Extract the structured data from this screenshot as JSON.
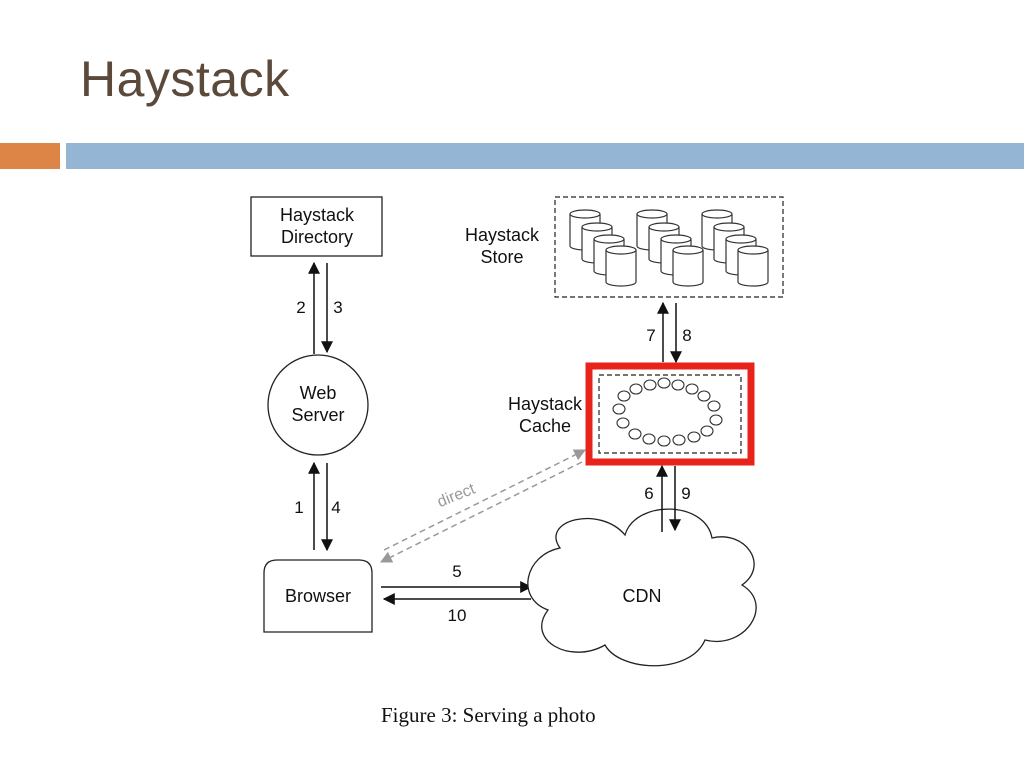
{
  "slide": {
    "title": "Haystack",
    "accent_colors": {
      "orange": "#dd8447",
      "blue": "#94b5d3",
      "highlight": "#e8231b"
    }
  },
  "diagram": {
    "nodes": {
      "directory_line1": "Haystack",
      "directory_line2": "Directory",
      "web_server_line1": "Web",
      "web_server_line2": "Server",
      "browser": "Browser",
      "cdn": "CDN",
      "store_line1": "Haystack",
      "store_line2": "Store",
      "cache_line1": "Haystack",
      "cache_line2": "Cache"
    },
    "edge_labels": {
      "e1": "1",
      "e2": "2",
      "e3": "3",
      "e4": "4",
      "e5": "5",
      "e6": "6",
      "e7": "7",
      "e8": "8",
      "e9": "9",
      "e10": "10",
      "direct": "direct"
    },
    "caption": "Figure 3: Serving a photo"
  }
}
